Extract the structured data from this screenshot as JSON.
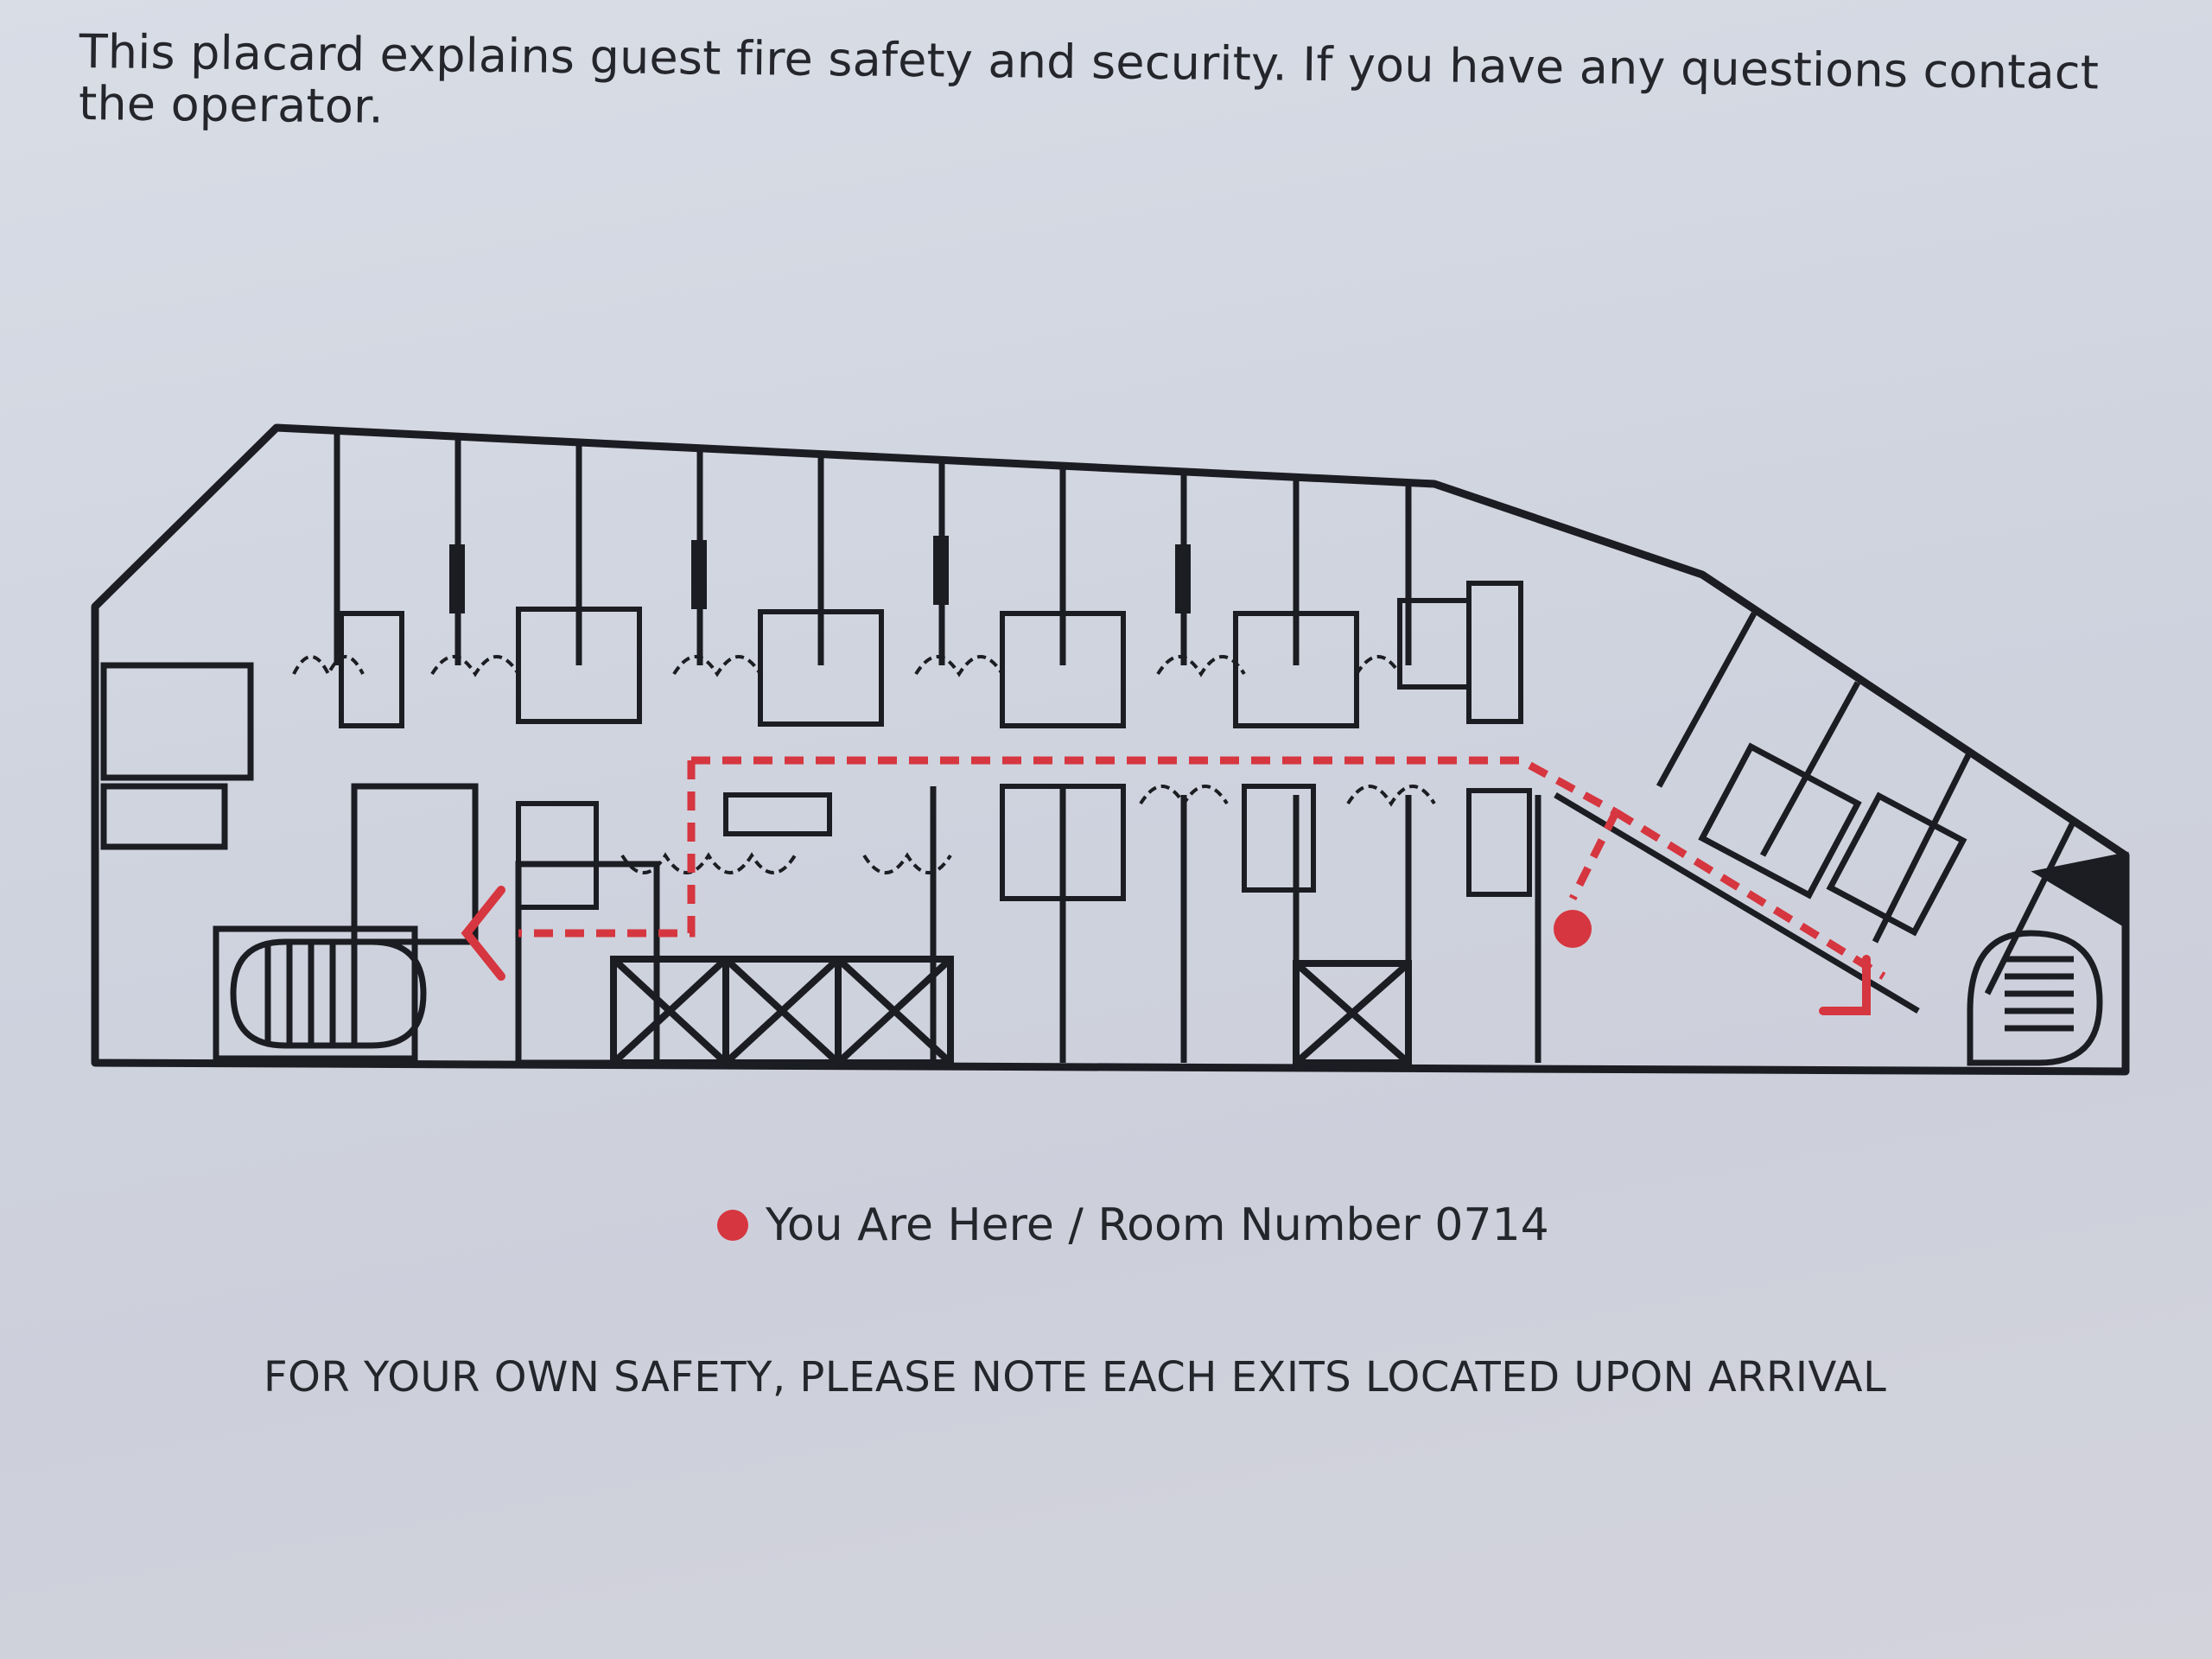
{
  "placard": {
    "intro_text": "This placard explains guest fire safety and security. If you have any questions contact the operator."
  },
  "floor_plan": {
    "you_are_here_marker": {
      "color": "#d6363f"
    },
    "evacuation_route": {
      "color": "#d6363f",
      "style": "dashed"
    },
    "exit_arrows": [
      "exit-west",
      "exit-east"
    ],
    "wall_color": "#1c1d22"
  },
  "legend": {
    "marker_label": "You Are Here / Room Number 0714"
  },
  "safety_note": "FOR YOUR OWN SAFETY, PLEASE NOTE EACH EXITS LOCATED UPON ARRIVAL"
}
